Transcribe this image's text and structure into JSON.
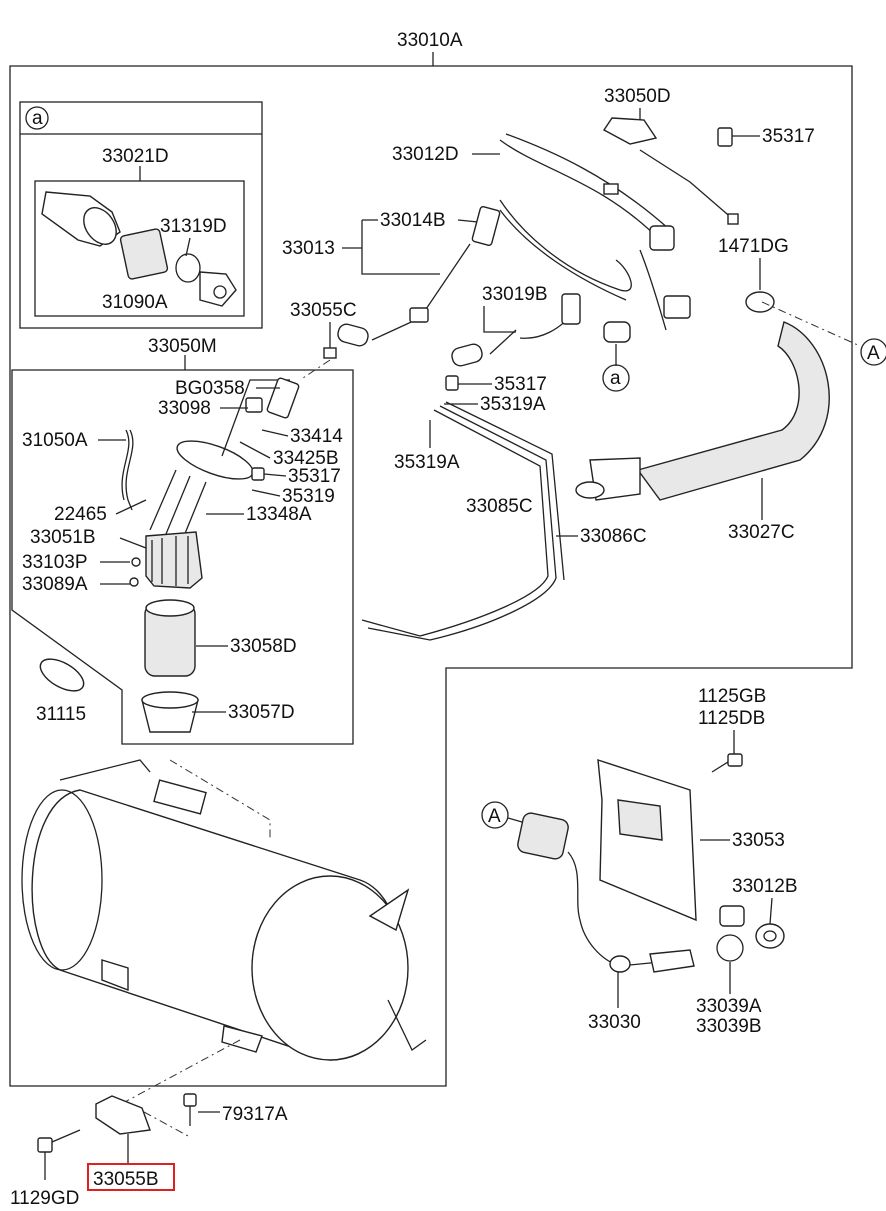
{
  "labels": {
    "top": "33010A",
    "inset_a_letter": "a",
    "inset_a_title": "33021D",
    "p31319D": "31319D",
    "p31090A": "31090A",
    "p33050M": "33050M",
    "pBG0358": "BG0358",
    "p33098": "33098",
    "p33414": "33414",
    "p33425B": "33425B",
    "p35317_pump": "35317",
    "p35319_pump": "35319",
    "p31050A": "31050A",
    "p22465": "22465",
    "p13348A": "13348A",
    "p33051B": "33051B",
    "p33103P": "33103P",
    "p33089A": "33089A",
    "p33058D": "33058D",
    "p33057D": "33057D",
    "p31115": "31115",
    "p33055C": "33055C",
    "p33013": "33013",
    "p33014B": "33014B",
    "p33012D": "33012D",
    "p33050D": "33050D",
    "p35317_top": "35317",
    "p1471DG": "1471DG",
    "callout_A": "A",
    "p33019B": "33019B",
    "p35317_mid": "35317",
    "p35319A_mid": "35319A",
    "p35319A_left": "35319A",
    "p33085C": "33085C",
    "p33086C": "33086C",
    "p33027C": "33027C",
    "callout_a": "a",
    "p1125GB": "1125GB",
    "p1125DB": "1125DB",
    "p33053": "33053",
    "p33012B": "33012B",
    "callout_A2": "A",
    "p33030": "33030",
    "p33039A": "33039A",
    "p33039B": "33039B",
    "p79317A": "79317A",
    "p1129GD": "1129GD",
    "p33055B": "33055B"
  },
  "highlight": {
    "part": "33055B",
    "color": "#e02020"
  }
}
